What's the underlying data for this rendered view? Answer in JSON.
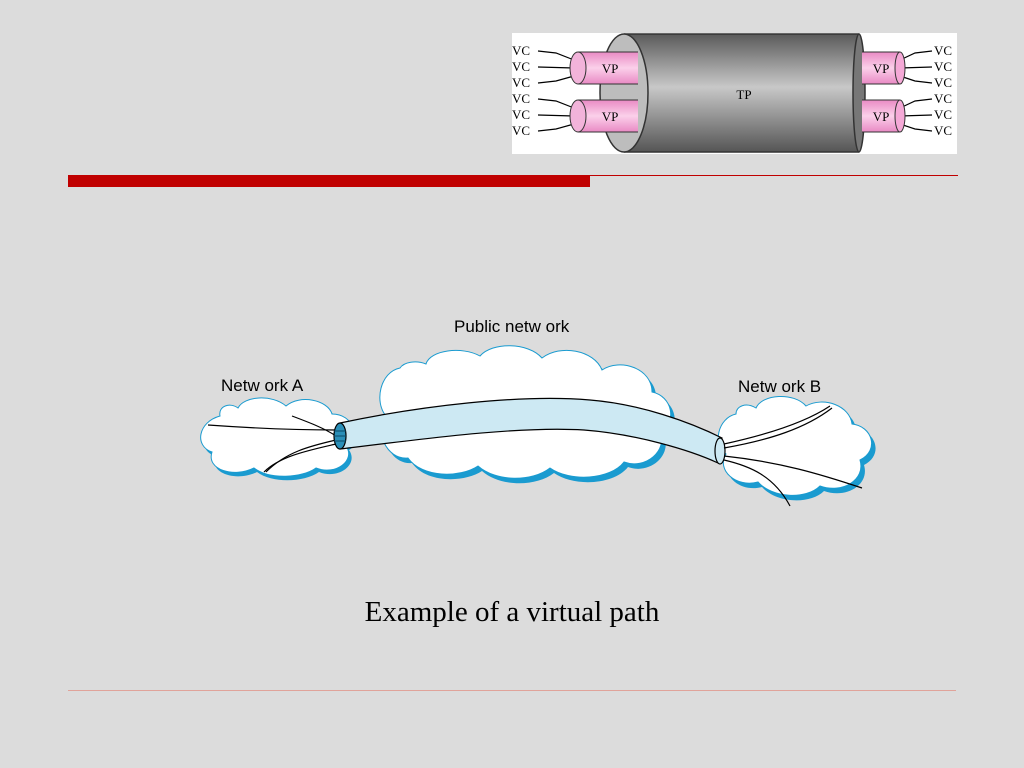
{
  "tp_diagram": {
    "vc_label": "VC",
    "vp_label": "VP",
    "tp_label": "TP",
    "colors": {
      "vp_fill": "#f5a9d7",
      "tp_fill": "#8c8c8c",
      "background": "#ffffff"
    }
  },
  "network_diagram": {
    "public_label": "Public netw ork",
    "network_a_label": "Netw ork A",
    "network_b_label": "Netw ork B",
    "colors": {
      "cloud_fill": "#ffffff",
      "cloud_shadow": "#1a9bd0",
      "pipe_fill": "#cde9f3"
    }
  },
  "caption": "Example of a virtual path",
  "theme": {
    "accent": "#c00000",
    "background": "#dcdcdc"
  }
}
